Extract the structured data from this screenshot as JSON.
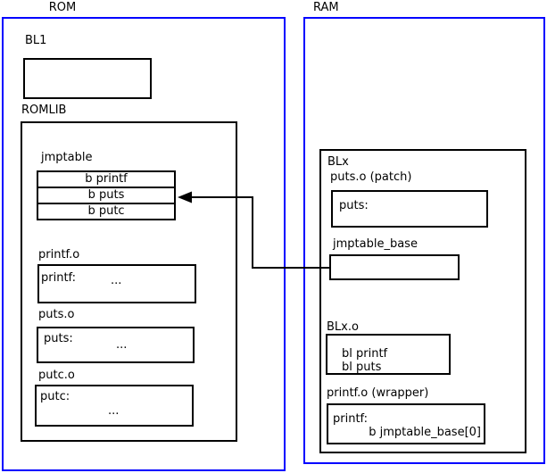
{
  "colors": {
    "region_border": "#0000ff",
    "box_border": "#000000",
    "background": "#ffffff",
    "text": "#000000",
    "arrow": "#000000"
  },
  "rom": {
    "label": "ROM",
    "bl1_label": "BL1",
    "romlib": {
      "label": "ROMLIB",
      "jmptable": {
        "label": "jmptable",
        "entries": [
          "b printf",
          "b puts",
          "b putc"
        ]
      },
      "objects": [
        {
          "label": "printf.o",
          "symbol": "printf:",
          "dots": "..."
        },
        {
          "label": "puts.o",
          "symbol": "puts:",
          "dots": "..."
        },
        {
          "label": "putc.o",
          "symbol": "putc:",
          "dots": "..."
        }
      ]
    }
  },
  "ram": {
    "label": "RAM",
    "blx": {
      "label": "BLx",
      "puts_patch": {
        "label": "puts.o (patch)",
        "symbol": "puts:"
      },
      "jmptable_base": {
        "label": "jmptable_base"
      },
      "blx_o": {
        "label": "BLx.o",
        "instructions": [
          "bl printf",
          "bl puts"
        ]
      },
      "printf_wrapper": {
        "label": "printf.o (wrapper)",
        "symbol": "printf:",
        "instruction": "b jmptable_base[0]"
      }
    }
  }
}
